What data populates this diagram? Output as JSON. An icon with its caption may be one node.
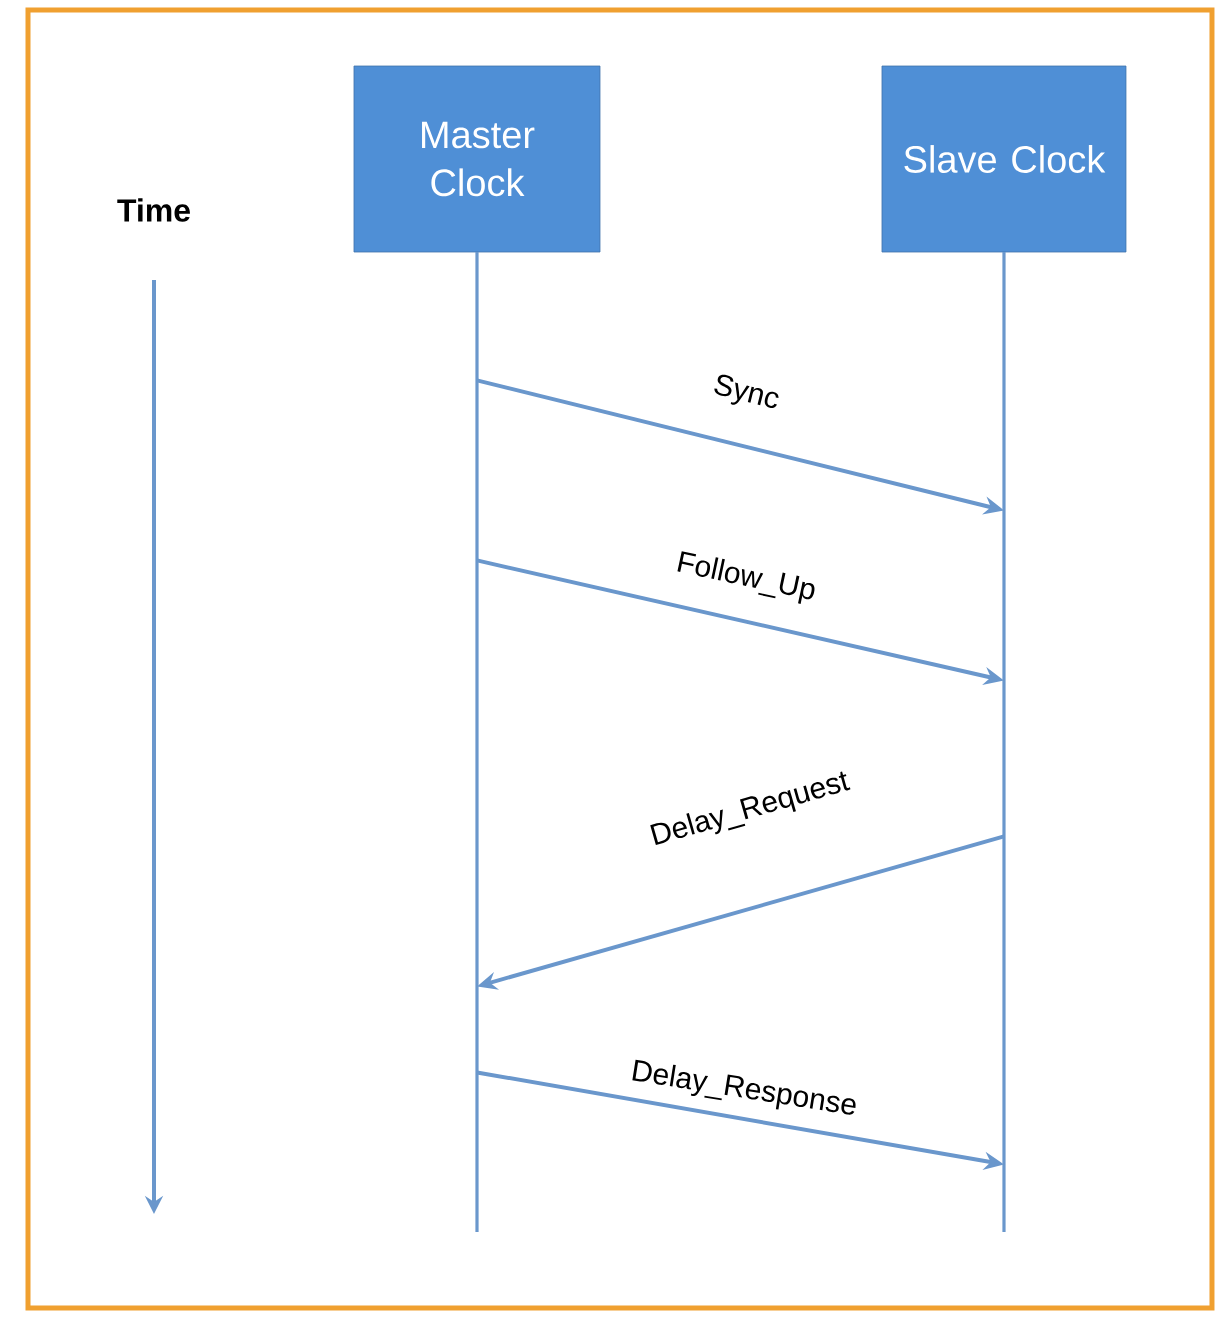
{
  "diagram": {
    "nodes": [
      {
        "text": [
          "Master Clock"
        ]
      },
      {
        "text": [
          "Slave Clock"
        ]
      }
    ],
    "edges": [
      {
        "from": 0,
        "to": 1,
        "arrow": "to",
        "label": "Sync"
      },
      {
        "from": 0,
        "to": 1,
        "arrow": "to",
        "label": "Follow_Up"
      },
      {
        "from": 1,
        "to": 0,
        "arrow": "to",
        "label": "Delay_Request"
      },
      {
        "from": 0,
        "to": 1,
        "arrow": "to",
        "label": "Delay_Response"
      }
    ],
    "labels": [
      "Time"
    ]
  }
}
